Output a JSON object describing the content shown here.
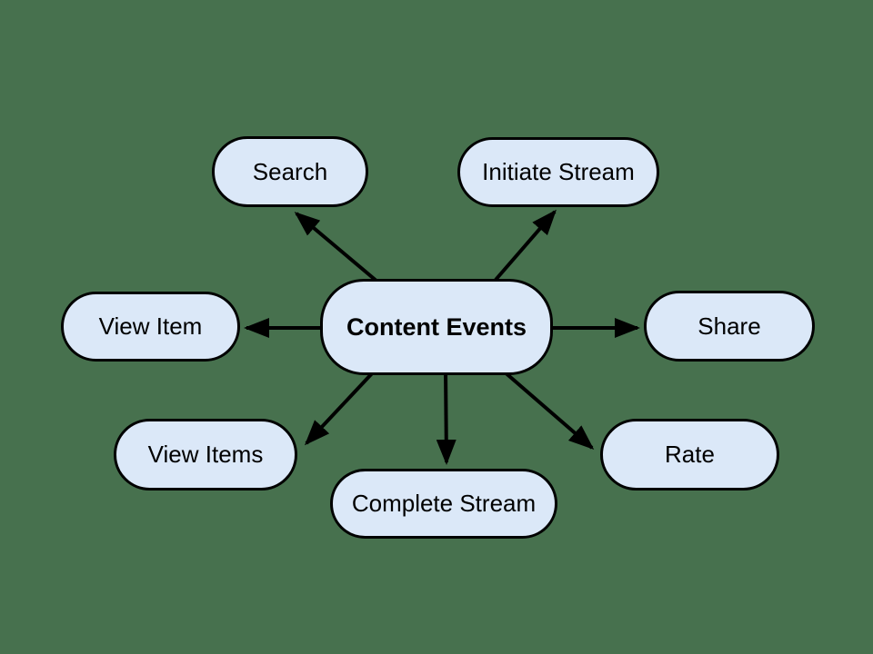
{
  "background_color": "#47714e",
  "colors": {
    "node_fill": "#dbe8f8",
    "node_border": "#000000",
    "arrow": "#000000",
    "text": "#000000"
  },
  "nodes": {
    "center": {
      "label": "Content Events"
    },
    "search": {
      "label": "Search"
    },
    "initiate_stream": {
      "label": "Initiate Stream"
    },
    "view_item": {
      "label": "View Item"
    },
    "share": {
      "label": "Share"
    },
    "view_items": {
      "label": "View Items"
    },
    "complete_stream": {
      "label": "Complete Stream"
    },
    "rate": {
      "label": "Rate"
    }
  },
  "edges": [
    {
      "from": "Content Events",
      "to": "Search"
    },
    {
      "from": "Content Events",
      "to": "Initiate Stream"
    },
    {
      "from": "Content Events",
      "to": "View Item"
    },
    {
      "from": "Content Events",
      "to": "Share"
    },
    {
      "from": "Content Events",
      "to": "View Items"
    },
    {
      "from": "Content Events",
      "to": "Complete Stream"
    },
    {
      "from": "Content Events",
      "to": "Rate"
    }
  ]
}
